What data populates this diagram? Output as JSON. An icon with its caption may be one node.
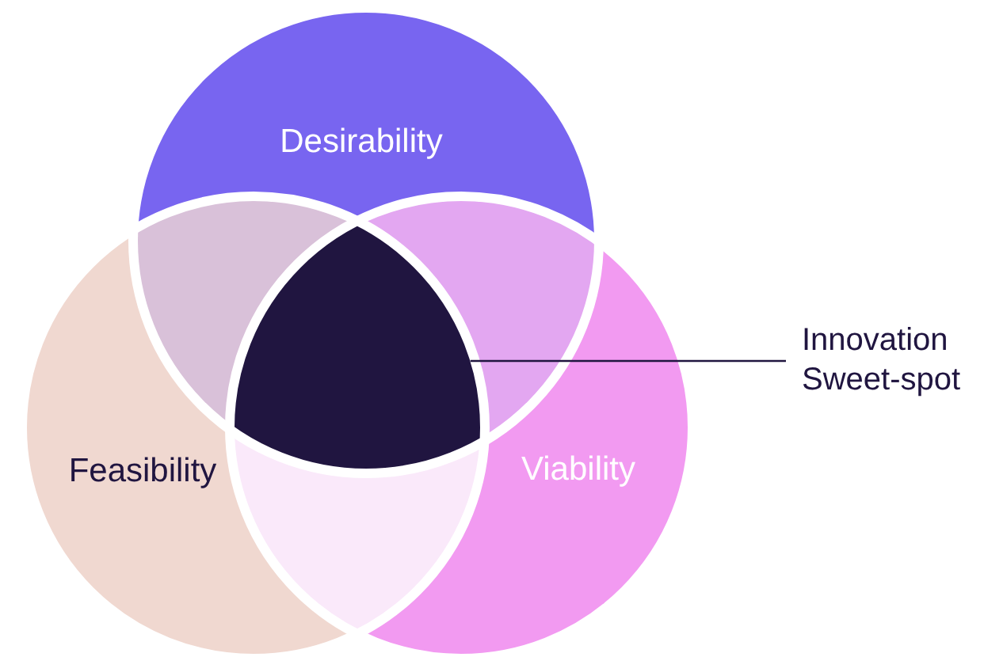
{
  "diagram": {
    "nodes": [
      {
        "text": [
          "Desirability"
        ]
      },
      {
        "text": [
          "Feasibility"
        ]
      },
      {
        "text": [
          "Viability"
        ]
      },
      {
        "text": [],
        "shape": "triangle"
      },
      {
        "text": [
          "Innovation Sweet-spot"
        ]
      }
    ],
    "edges": [
      {
        "from": 4,
        "to": 3,
        "arrow": "none"
      }
    ]
  }
}
